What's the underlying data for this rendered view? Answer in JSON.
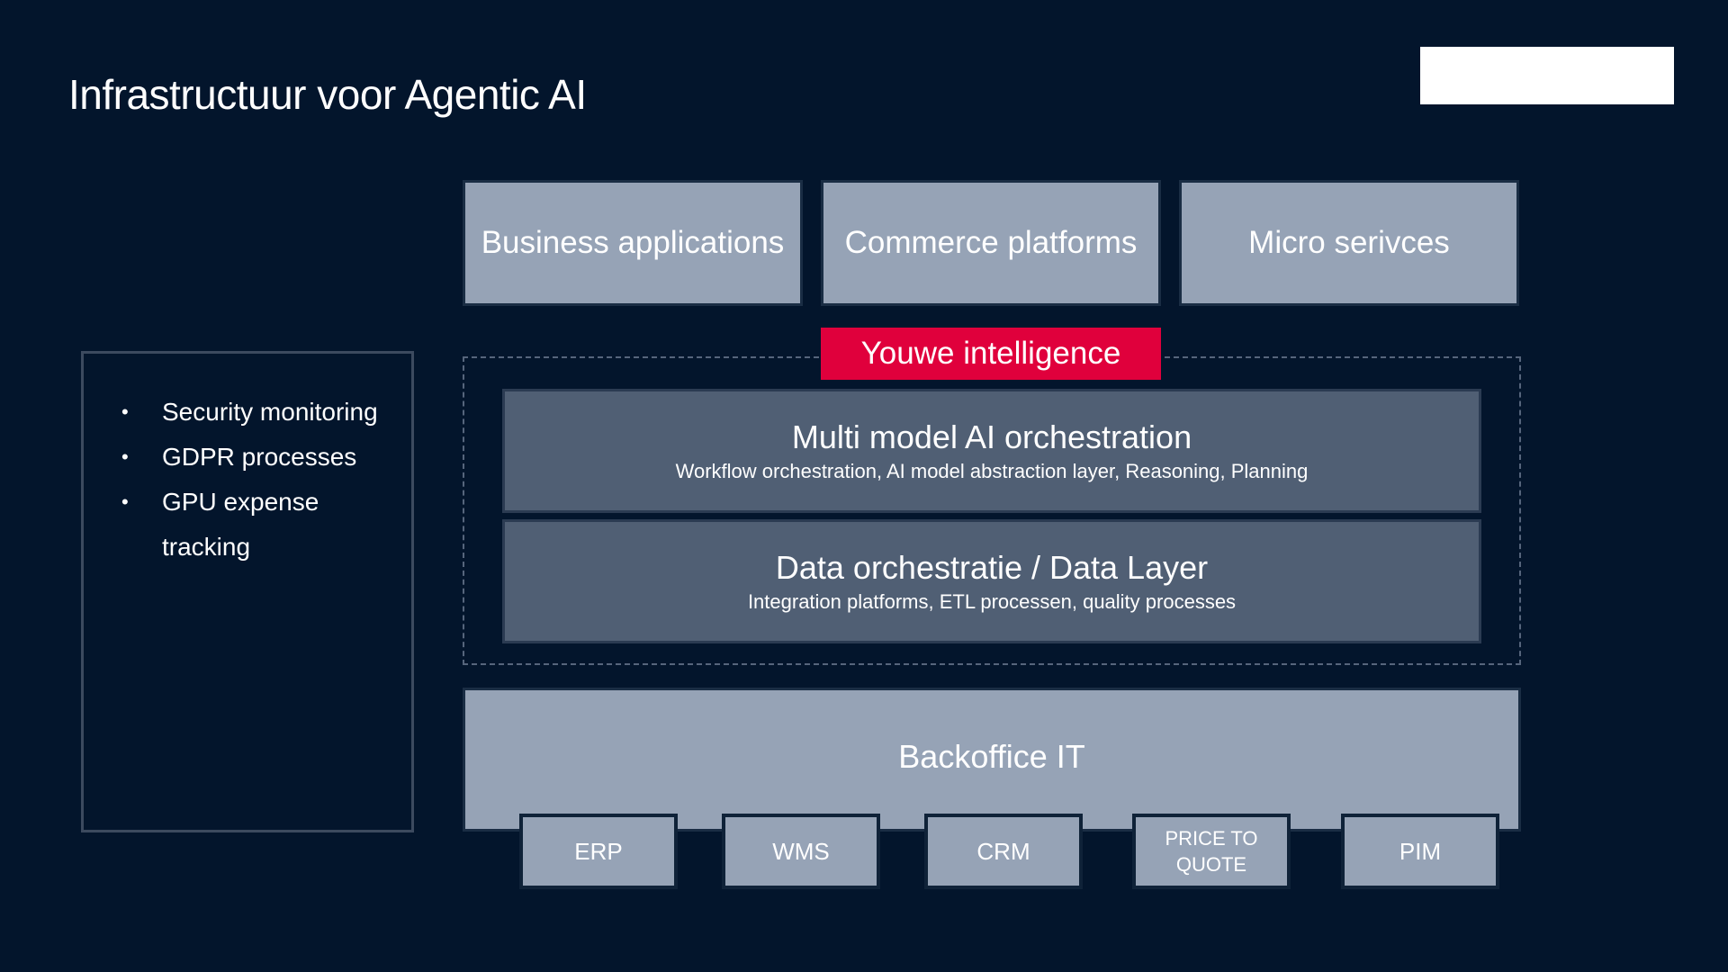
{
  "slide": {
    "title": "Infrastructuur voor Agentic AI"
  },
  "sidebar": {
    "items": [
      {
        "bullet": "•",
        "label": "Security monitoring"
      },
      {
        "bullet": "•",
        "label": "GDPR processes"
      },
      {
        "bullet": "•",
        "label": "GPU expense tracking"
      }
    ]
  },
  "top_boxes": [
    {
      "label": "Business applications"
    },
    {
      "label": "Commerce platforms"
    },
    {
      "label": "Micro serivces"
    }
  ],
  "intelligence": {
    "label": "Youwe intelligence"
  },
  "layers": [
    {
      "title": "Multi model AI orchestration",
      "subtitle": "Workflow orchestration, AI model abstraction layer, Reasoning, Planning"
    },
    {
      "title": "Data orchestratie / Data Layer",
      "subtitle": "Integration platforms, ETL processen, quality processes"
    }
  ],
  "backoffice": {
    "label": "Backoffice IT",
    "systems": [
      {
        "label": "ERP"
      },
      {
        "label": "WMS"
      },
      {
        "label": "CRM"
      },
      {
        "label": "PRICE TO QUOTE"
      },
      {
        "label": "PIM"
      }
    ]
  },
  "colors": {
    "background": "#03152c",
    "accent": "#e0003c",
    "light_box": "#96a3b6",
    "layer_box": "#505f74"
  }
}
